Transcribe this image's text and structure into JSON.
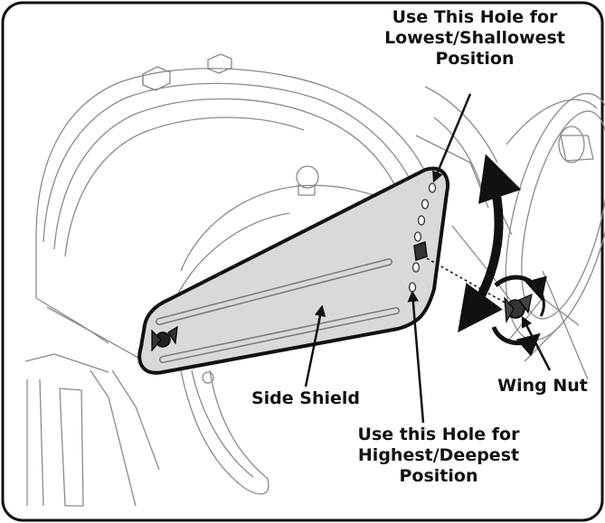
{
  "labels": {
    "top_hole": [
      "Use This Hole for",
      "Lowest/Shallowest",
      "Position"
    ],
    "bottom_hole": [
      "Use this Hole for",
      "Highest/Deepest",
      "Position"
    ],
    "side_shield": "Side Shield",
    "wing_nut": "Wing Nut"
  },
  "colors": {
    "line": "#1a1a1a",
    "shield_fill": "#d9d9d9",
    "sketch": "#8a8a8a"
  }
}
